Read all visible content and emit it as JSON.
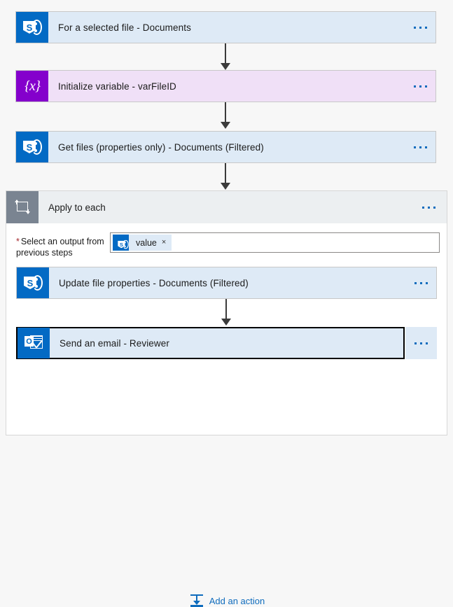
{
  "canvas": {
    "background_color": "#f7f7f7",
    "accent_color": "#0f6cbd"
  },
  "flow": {
    "steps": [
      {
        "id": "trigger-for-a-selected-file",
        "title": "For a selected file - Documents",
        "connector": "SharePoint",
        "icon": "sharepoint-icon",
        "icon_bg": "#036ac4",
        "card_bg": "#deeaf6",
        "menu_label": "More commands",
        "selected": false
      },
      {
        "id": "initialize-variable-varfileid",
        "title": "Initialize variable - varFileID",
        "connector": "Variables",
        "icon": "variable-icon",
        "icon_bg": "#8400cc",
        "card_bg": "#f0e0f7",
        "menu_label": "More commands",
        "selected": false
      },
      {
        "id": "get-files-properties-only",
        "title": "Get files (properties only) - Documents (Filtered)",
        "connector": "SharePoint",
        "icon": "sharepoint-icon",
        "icon_bg": "#036ac4",
        "card_bg": "#deeaf6",
        "menu_label": "More commands",
        "selected": false
      }
    ]
  },
  "scope": {
    "title": "Apply to each",
    "icon": "loop-icon",
    "icon_bg": "#7a8491",
    "header_bg": "#eceff1",
    "menu_label": "More commands",
    "field": {
      "required_marker": "*",
      "label": "Select an output from previous steps",
      "token": {
        "label": "value",
        "icon": "sharepoint-icon",
        "close_label": "×"
      }
    },
    "steps": [
      {
        "id": "update-file-properties",
        "title": "Update file properties - Documents (Filtered)",
        "connector": "SharePoint",
        "icon": "sharepoint-icon",
        "icon_bg": "#036ac4",
        "card_bg": "#deeaf6",
        "menu_label": "More commands",
        "selected": false
      },
      {
        "id": "send-an-email-reviewer",
        "title": "Send an email - Reviewer",
        "connector": "Office 365 Outlook",
        "icon": "outlook-icon",
        "icon_bg": "#036ac4",
        "card_bg": "#deeaf6",
        "menu_label": "More commands",
        "selected": true
      }
    ],
    "add_action": {
      "label": "Add an action",
      "icon": "insert-action-icon"
    }
  },
  "icon_glyphs": {
    "sharepoint_letter": "S",
    "variable_text": "{x}",
    "outlook_letter": "O"
  }
}
